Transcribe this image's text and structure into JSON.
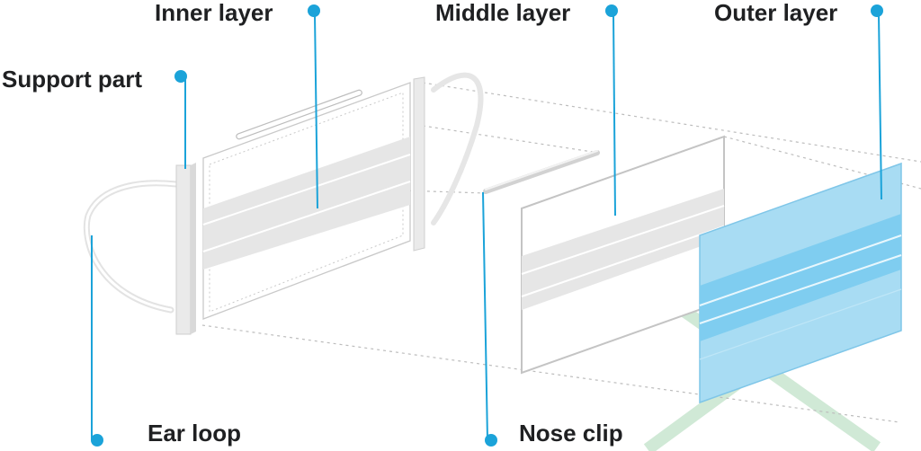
{
  "labels": {
    "inner_layer": "Inner layer",
    "middle_layer": "Middle layer",
    "outer_layer": "Outer layer",
    "support_part": "Support part",
    "ear_loop": "Ear loop",
    "nose_clip": "Nose clip"
  },
  "colors": {
    "leader": "#1ba3d9",
    "label_text": "#1f2022",
    "outer_fill": "#a8dcf3",
    "outer_band": "#7fcdf0",
    "layer_stripe": "#e6e6e6",
    "watermark": "#a9d7b4"
  },
  "icons": {
    "pin": "map-pin-icon"
  }
}
